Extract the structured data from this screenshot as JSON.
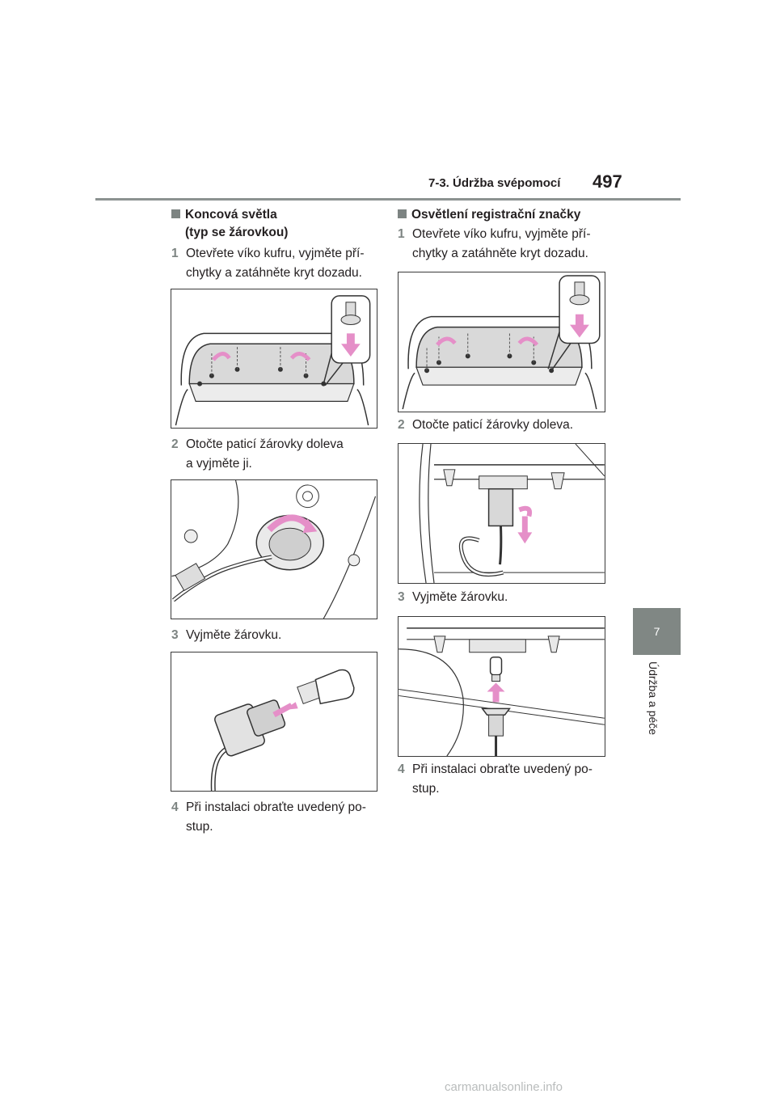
{
  "header": {
    "section": "7-3. Údržba svépomocí",
    "page_number": "497"
  },
  "side_tab": {
    "number": "7",
    "label": "Údržba a péče"
  },
  "left_column": {
    "heading_line1": "Koncová světla",
    "heading_line2": "(typ se žárovkou)",
    "steps": [
      {
        "num": "1",
        "line1": "Otevřete víko kufru, vyjměte pří-",
        "line2": "chytky a zatáhněte kryt dozadu."
      },
      {
        "num": "2",
        "line1": "Otočte paticí žárovky doleva",
        "line2": "a vyjměte ji."
      },
      {
        "num": "3",
        "line1": "Vyjměte žárovku.",
        "line2": ""
      },
      {
        "num": "4",
        "line1": "Při instalaci obraťte uvedený po-",
        "line2": "stup."
      }
    ]
  },
  "right_column": {
    "heading_line1": "Osvětlení registrační značky",
    "steps": [
      {
        "num": "1",
        "line1": "Otevřete víko kufru, vyjměte pří-",
        "line2": "chytky a zatáhněte kryt dozadu."
      },
      {
        "num": "2",
        "line1": "Otočte paticí žárovky doleva.",
        "line2": ""
      },
      {
        "num": "3",
        "line1": "Vyjměte žárovku.",
        "line2": ""
      },
      {
        "num": "4",
        "line1": "Při instalaci obraťte uvedený po-",
        "line2": "stup."
      }
    ]
  },
  "footer": {
    "watermark": "carmanualsonline.info"
  },
  "colors": {
    "accent_gray": "#7d8482",
    "arrow_pink": "#e58fc8"
  }
}
